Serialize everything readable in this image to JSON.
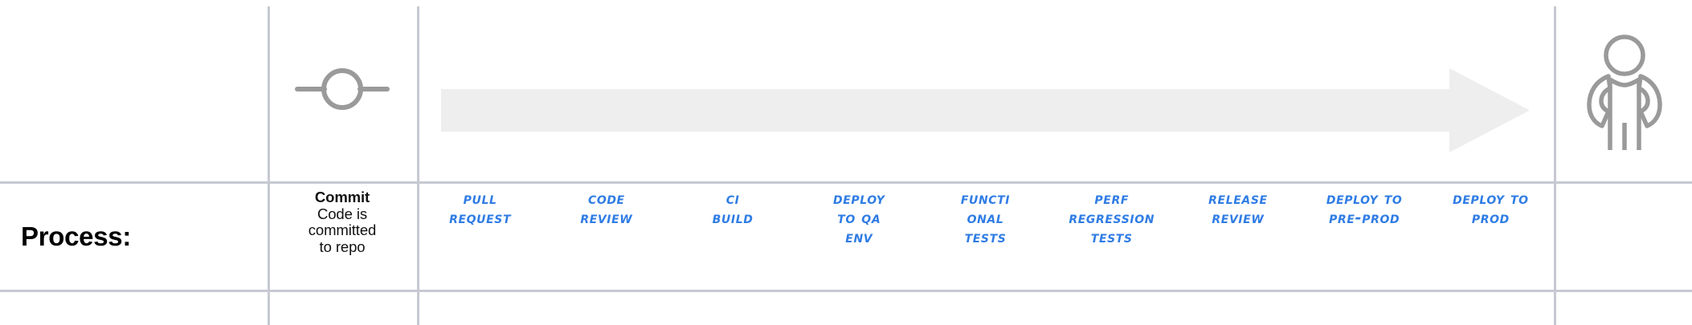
{
  "diagram": {
    "row_label": "Process:",
    "start_node": {
      "icon": "commit-node-icon",
      "title": "Commit",
      "description_lines": [
        "Code is",
        "committed",
        "to repo"
      ]
    },
    "flow_arrow": {
      "icon": "right-arrow-shape",
      "fill": "#eeeeee"
    },
    "end_node": {
      "icon": "person-icon"
    },
    "stages": [
      {
        "id": "pull-request",
        "lines": [
          "Pull",
          "request"
        ]
      },
      {
        "id": "code-review",
        "lines": [
          "Code",
          "review"
        ]
      },
      {
        "id": "ci-build",
        "lines": [
          "CI",
          "build"
        ]
      },
      {
        "id": "deploy-to-qa-env",
        "lines": [
          "Deploy",
          "to QA",
          "env"
        ]
      },
      {
        "id": "functional-tests",
        "lines": [
          "Functi",
          "onal",
          "tests"
        ]
      },
      {
        "id": "perf-regression-tests",
        "lines": [
          "Perf",
          "regression",
          "tests"
        ]
      },
      {
        "id": "release-review",
        "lines": [
          "Release",
          "review"
        ]
      },
      {
        "id": "deploy-to-pre-prod",
        "lines": [
          "Deploy to",
          "pre-prod"
        ]
      },
      {
        "id": "deploy-to-prod",
        "lines": [
          "Deploy to",
          "prod"
        ]
      }
    ],
    "colors": {
      "stage_text": "#2f7ce4",
      "grid_line": "#c6c9d1",
      "arrow_fill": "#eeeeee",
      "icon_stroke": "#9a9a9a",
      "title_text": "#000000"
    }
  }
}
